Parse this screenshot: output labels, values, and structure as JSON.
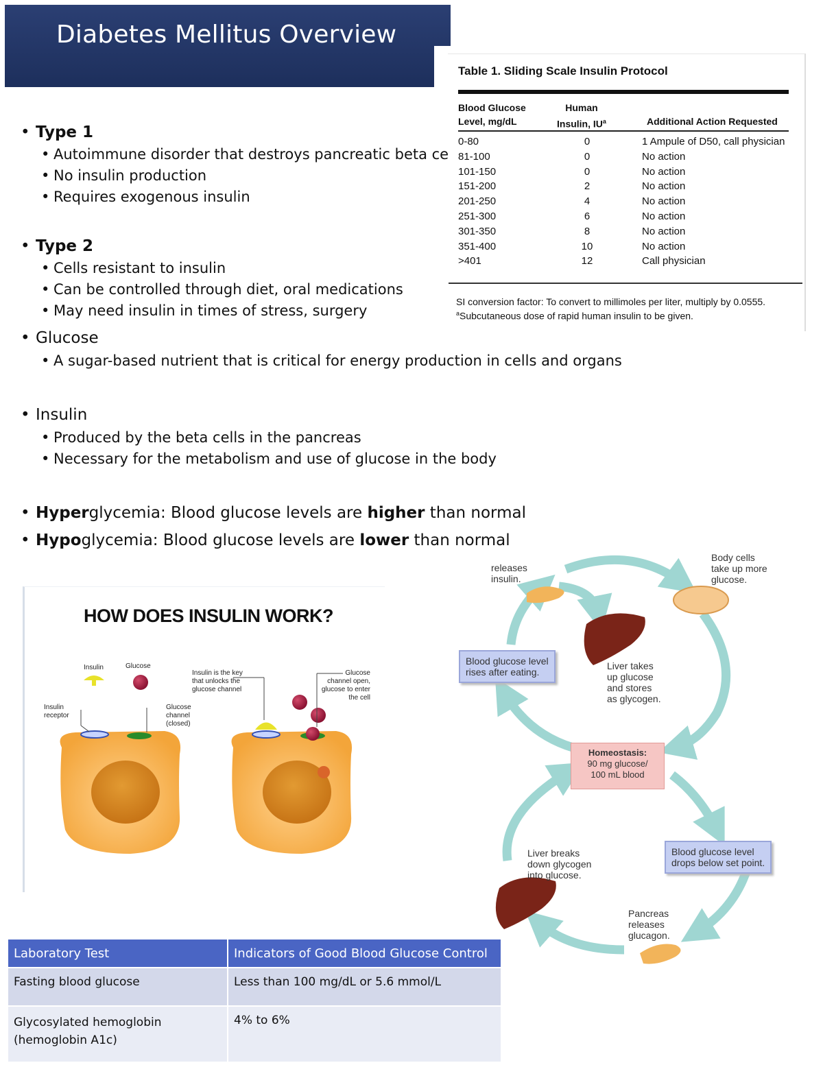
{
  "title": "Diabetes Mellitus Overview",
  "bullets": {
    "type1": {
      "heading": "Type 1",
      "items": [
        "Autoimmune disorder that destroys pancreatic beta cells",
        "No insulin production",
        "Requires exogenous insulin"
      ]
    },
    "type2": {
      "heading": "Type 2",
      "items": [
        "Cells resistant to insulin",
        "Can be controlled through diet, oral medications",
        "May need insulin in times of stress, surgery"
      ]
    },
    "glucose": {
      "heading": "Glucose",
      "items": [
        "A sugar-based nutrient that is critical for energy production in cells and organs"
      ]
    },
    "insulin": {
      "heading": "Insulin",
      "items": [
        "Produced by the beta cells in the pancreas",
        "Necessary for the metabolism and use of glucose in the body"
      ]
    },
    "hyper": {
      "bold": "Hyper",
      "rest": "glycemia: Blood glucose levels are ",
      "bold2": "higher",
      "tail": " than normal"
    },
    "hypo": {
      "bold": "Hypo",
      "rest": "glycemia: Blood glucose levels are ",
      "bold2": "lower",
      "tail": " than normal"
    }
  },
  "sliding_scale": {
    "title": "Table 1. Sliding Scale Insulin Protocol",
    "headers": {
      "col1_l1": "Blood Glucose",
      "col1_l2": "Level, mg/dL",
      "col2_l1": "Human",
      "col2_l2": "Insulin, IU",
      "col2_sup": "a",
      "col3": "Additional Action Requested"
    },
    "rows": [
      [
        "0-80",
        "0",
        "1 Ampule of D50, call physician"
      ],
      [
        "81-100",
        "0",
        "No action"
      ],
      [
        "101-150",
        "0",
        "No action"
      ],
      [
        "151-200",
        "2",
        "No action"
      ],
      [
        "201-250",
        "4",
        "No action"
      ],
      [
        "251-300",
        "6",
        "No action"
      ],
      [
        "301-350",
        "8",
        "No action"
      ],
      [
        "351-400",
        "10",
        "No action"
      ],
      [
        ">401",
        "12",
        "Call physician"
      ]
    ],
    "note1": "SI conversion factor: To convert to millimoles per liter, multiply by 0.0555.",
    "note2_sup": "a",
    "note2": "Subcutaneous dose of rapid human insulin to be given."
  },
  "insulin_work": {
    "title": "HOW DOES INSULIN WORK?",
    "lbl_insulin": "Insulin",
    "lbl_glucose": "Glucose",
    "lbl_receptor_l1": "Insulin",
    "lbl_receptor_l2": "receptor",
    "lbl_channel_l1": "Glucose",
    "lbl_channel_l2": "channel",
    "lbl_channel_l3": "(closed)",
    "lbl_key_l1": "Insulin is the key",
    "lbl_key_l2": "that unlocks the",
    "lbl_key_l3": "glucose channel",
    "lbl_open_l1": "Glucose",
    "lbl_open_l2": "channel open,",
    "lbl_open_l3": "glucose to enter",
    "lbl_open_l4": "the cell"
  },
  "lab_table": {
    "headers": [
      "Laboratory Test",
      "Indicators of Good Blood Glucose Control"
    ],
    "rows": [
      [
        "Fasting blood glucose",
        "Less than 100 mg/dL or 5.6 mmol/L"
      ],
      [
        "Glycosylated hemoglobin (hemoglobin A1c)",
        "4% to 6%"
      ]
    ]
  },
  "cycle": {
    "pancreas_insulin_l1": "releases",
    "pancreas_insulin_l2": "insulin.",
    "body_cells_l1": "Body cells",
    "body_cells_l2": "take up more",
    "body_cells_l3": "glucose.",
    "rises_l1": "Blood glucose level",
    "rises_l2": "rises after eating.",
    "liver_stores_l1": "Liver takes",
    "liver_stores_l2": "up glucose",
    "liver_stores_l3": "and stores",
    "liver_stores_l4": "as glycogen.",
    "homeo_l1": "Homeostasis:",
    "homeo_l2": "90 mg glucose/",
    "homeo_l3": "100 mL blood",
    "liver_breaks_l1": "Liver breaks",
    "liver_breaks_l2": "down glycogen",
    "liver_breaks_l3": "into glucose.",
    "drops_l1": "Blood glucose level",
    "drops_l2": "drops below set point.",
    "glucagon_l1": "Pancreas",
    "glucagon_l2": "releases",
    "glucagon_l3": "glucagon.",
    "colors": {
      "arrow": "#9fd6d2",
      "box": "#c5cff2",
      "homeo": "#f6c6c4",
      "liver": "#7a2418",
      "pancreas": "#f2b45a"
    }
  }
}
